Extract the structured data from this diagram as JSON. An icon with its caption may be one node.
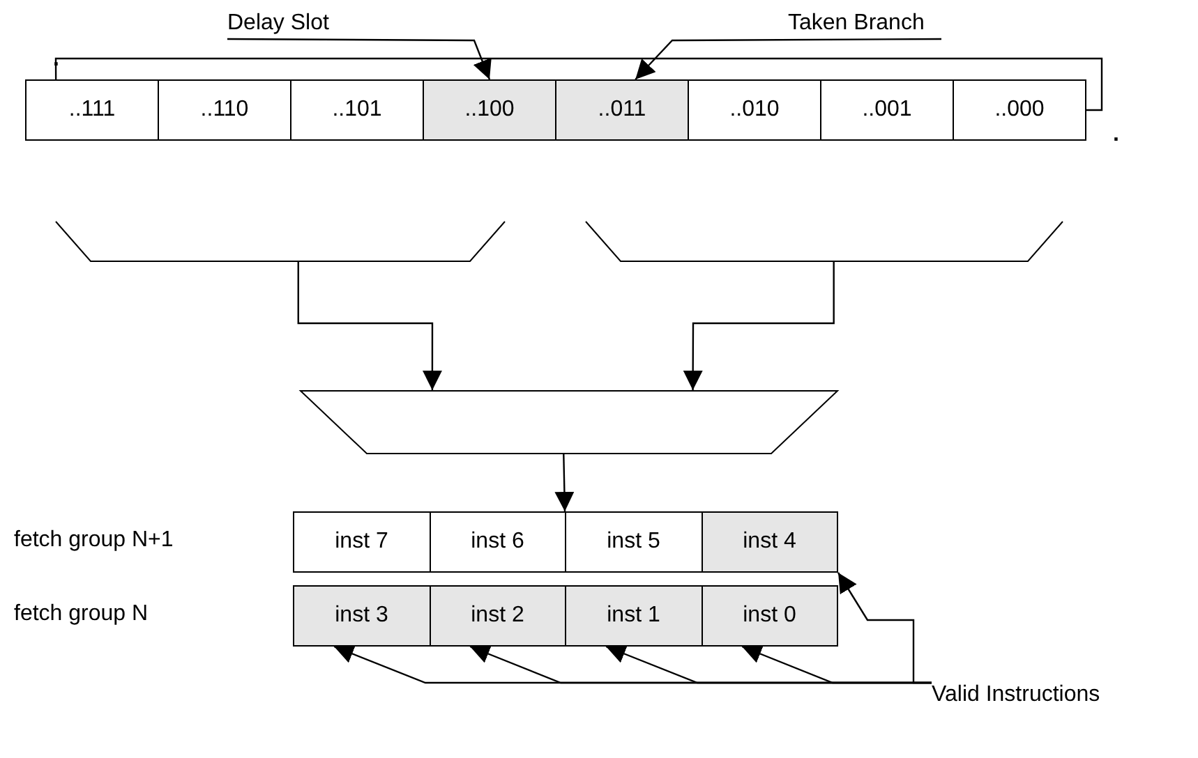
{
  "diagram": {
    "nodes": [
      {
        "text": [
          "Delay Slot"
        ]
      },
      {
        "text": [
          "Taken Branch"
        ]
      },
      {
        "text": [
          "..111"
        ]
      },
      {
        "text": [
          "..110"
        ]
      },
      {
        "text": [
          "..101"
        ]
      },
      {
        "text": [
          "..100"
        ]
      },
      {
        "text": [
          "..011"
        ]
      },
      {
        "text": [
          "..010"
        ]
      },
      {
        "text": [
          "..001"
        ]
      },
      {
        "text": [
          "..000"
        ]
      },
      {
        "text": [],
        "shape": "bracket"
      },
      {
        "text": [],
        "shape": "bracket"
      },
      {
        "text": [],
        "shape": "trapezoid"
      },
      {
        "text": [],
        "shape": "box"
      },
      {
        "text": [
          "inst 7"
        ],
        "in": 13
      },
      {
        "text": [
          "inst 6"
        ],
        "in": 13
      },
      {
        "text": [
          "inst 5"
        ],
        "in": 13
      },
      {
        "text": [
          "inst 4"
        ],
        "in": 13
      },
      {
        "text": [],
        "shape": "box"
      },
      {
        "text": [
          "inst 3"
        ],
        "in": 18
      },
      {
        "text": [
          "inst 2"
        ],
        "in": 18
      },
      {
        "text": [
          "inst 1"
        ],
        "in": 18
      },
      {
        "text": [
          "inst 0"
        ],
        "in": 18
      },
      {
        "text": [
          "Valid Instructions"
        ]
      }
    ],
    "edges": [
      {
        "from": 0,
        "to": 5,
        "arrow": "to"
      },
      {
        "from": 1,
        "to": 6,
        "arrow": "to"
      },
      {
        "from": 9,
        "to": 2,
        "arrow": "none"
      },
      {
        "from": 10,
        "to": 12,
        "arrow": "to"
      },
      {
        "from": 11,
        "to": 12,
        "arrow": "to"
      },
      {
        "from": 12,
        "to": 13,
        "arrow": "to"
      },
      {
        "from": 23,
        "to": 17,
        "arrow": "to"
      },
      {
        "from": 23,
        "to": 19,
        "arrow": "to"
      },
      {
        "from": 23,
        "to": 20,
        "arrow": "to"
      },
      {
        "from": 23,
        "to": 21,
        "arrow": "to"
      },
      {
        "from": 23,
        "to": 22,
        "arrow": "to"
      }
    ],
    "labels": [
      ".",
      ".",
      "fetch group N+1",
      "fetch group N"
    ]
  }
}
